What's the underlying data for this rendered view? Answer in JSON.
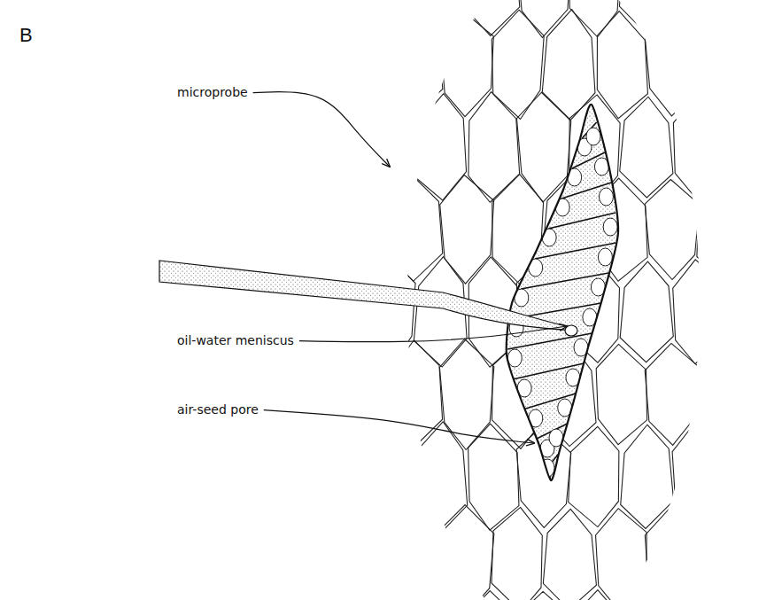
{
  "diagram": {
    "labels": [
      "B",
      "microprobe",
      "oil-water meniscus",
      "air-seed pore"
    ]
  }
}
